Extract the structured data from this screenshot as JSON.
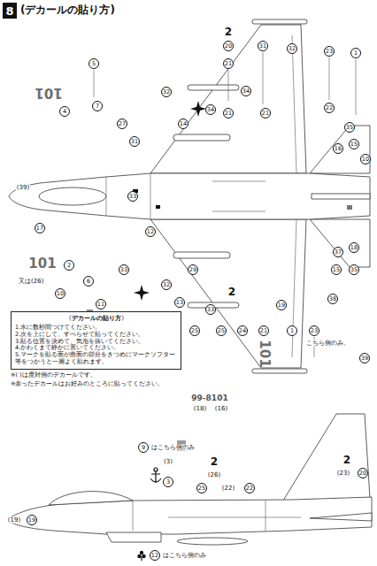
{
  "diagram": {
    "title": "(デカールの貼り方)",
    "nodes": [
      {
        "text": [
          "〈デカールの貼り方〉",
          "1.水に数秒間つけてください。",
          "2.次を上にして、すべらせて貼ってください。",
          "3.貼る位置を決めて、気泡を抜いてください。",
          "4.かわくまで静かに置いてください。",
          "5.マークを貼る面が曲面の部分をきつめにマークソフター等をつかうと一層よく貼れます。"
        ]
      }
    ],
    "labels": [
      "8",
      "101",
      "5",
      "4",
      "7",
      "27",
      "31",
      "32",
      "14",
      "34",
      "2",
      "20",
      "21",
      "34",
      "31",
      "32",
      "23",
      "1",
      "21",
      "21",
      "22",
      "35",
      "15",
      "16",
      "10",
      "(39)",
      "33",
      "17",
      "101",
      "又は(26)",
      "2",
      "10",
      "6",
      "11",
      "33",
      "12",
      "32",
      "13",
      "29",
      "25",
      "33",
      "2",
      "25",
      "24",
      "21",
      "19",
      "1",
      "23",
      "38",
      "37",
      "18",
      "15",
      "35",
      "101",
      "こちら側のみ。",
      "39",
      "※( )は度対側のデカールです。",
      "※余ったデカールはお好みのところに貼ってください。",
      "99-8101",
      "(18)",
      "(16)",
      "9",
      "はこちら側のみ",
      "(3)",
      "3",
      "2",
      "(26)",
      "25",
      "(22)",
      "22",
      "2",
      "(23)",
      "20",
      "(19)",
      "19",
      "12",
      "はこちら側のみ"
    ]
  }
}
